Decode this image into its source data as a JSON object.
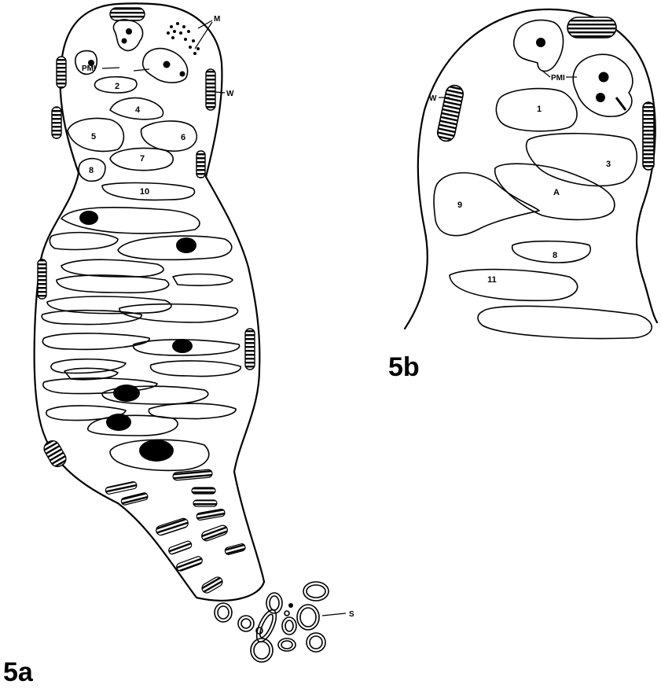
{
  "figure_a": {
    "label": "5a",
    "section_numbers": [
      "2",
      "4",
      "5",
      "6",
      "7",
      "8",
      "10"
    ],
    "labels": {
      "m": "M",
      "pmi": "PMI",
      "w": "W",
      "s": "S"
    }
  },
  "figure_b": {
    "label": "5b",
    "section_numbers": [
      "1",
      "3",
      "A",
      "9",
      "8",
      "11"
    ],
    "labels": {
      "pmi": "PMI",
      "w": "W"
    }
  },
  "colors": {
    "ink": "#000000",
    "paper": "#ffffff"
  }
}
